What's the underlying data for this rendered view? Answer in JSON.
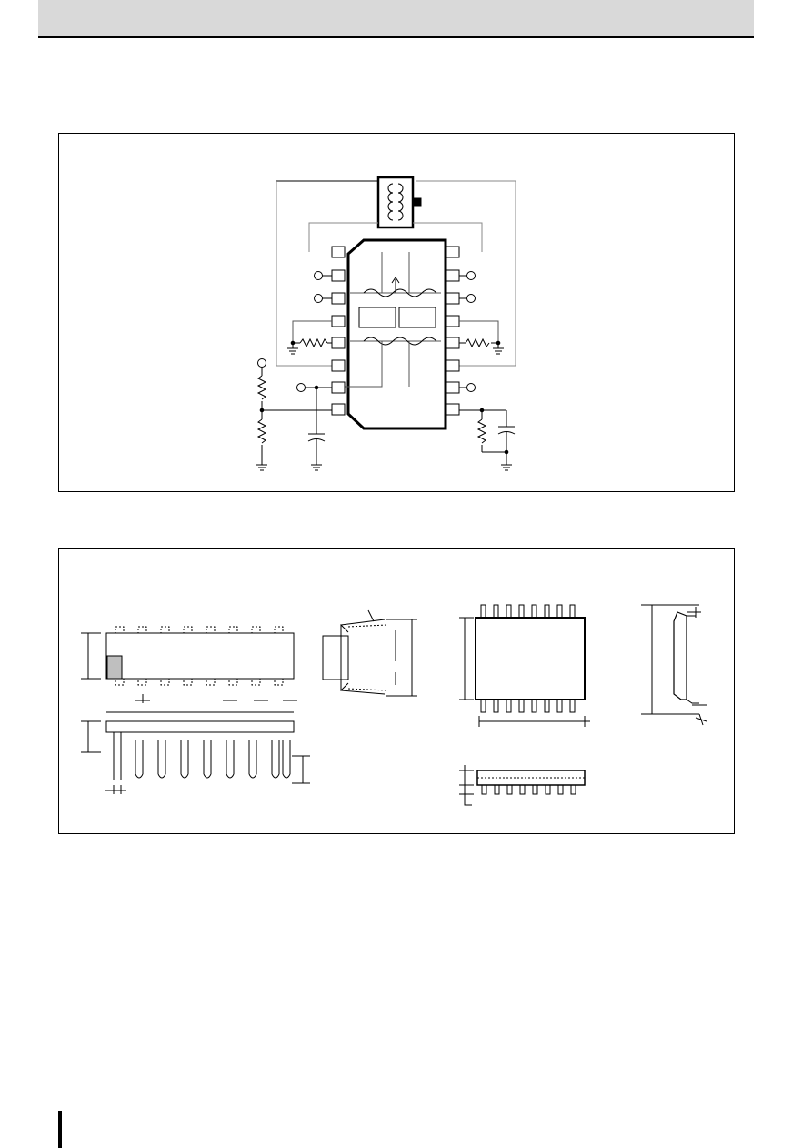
{
  "page": {
    "header_bar_color": "#d9d9d9",
    "background_color": "#ffffff",
    "line_color": "#000000",
    "package_fill_color": "#bfbfbf"
  },
  "schematic": {
    "pins_per_side": 8
  },
  "packages": {
    "dip_pins_per_side": 8,
    "sop_pins_per_side": 8
  }
}
